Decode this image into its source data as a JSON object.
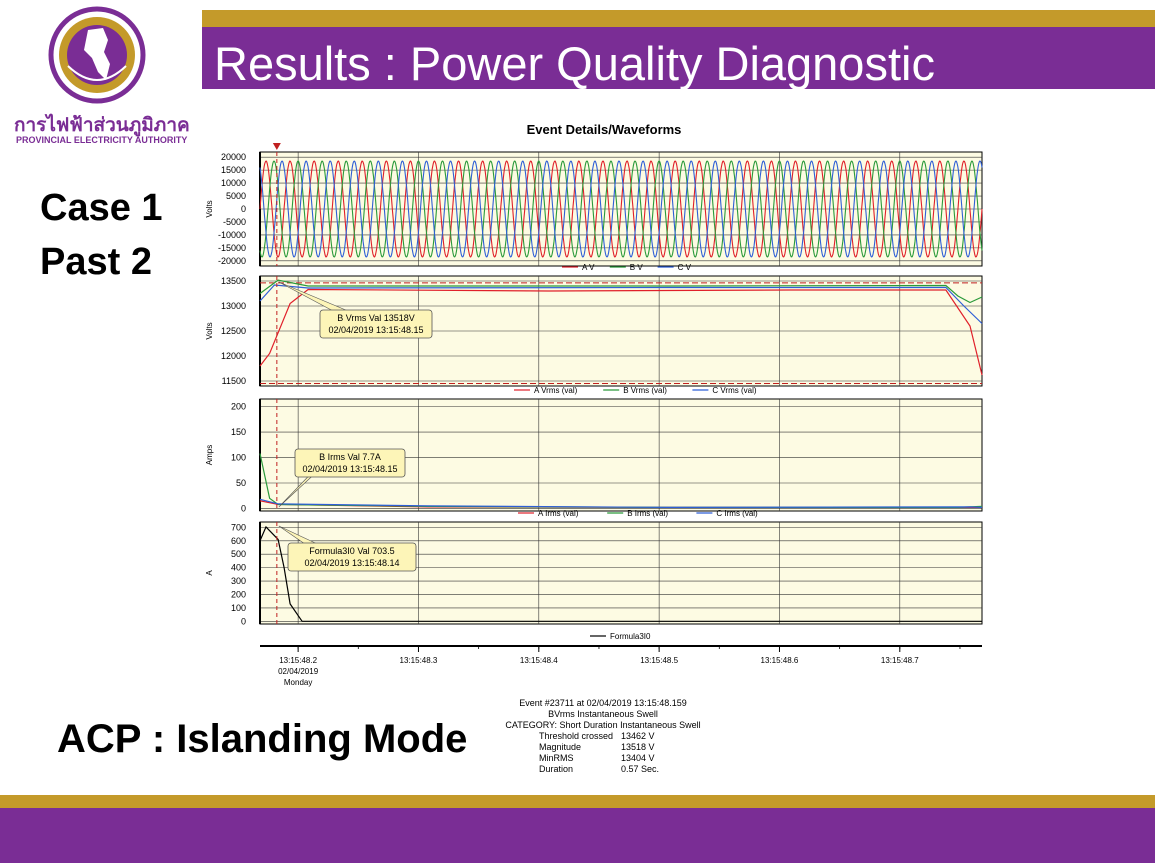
{
  "slide": {
    "title": "Results : Power Quality Diagnostic",
    "org_thai": "การไฟฟ้าส่วนภูมิภาค",
    "org_english": "PROVINCIAL ELECTRICITY AUTHORITY",
    "case_line1": "Case 1",
    "case_line2": "Past 2",
    "mode": "ACP : Islanding Mode",
    "colors": {
      "purple": "#7a2d95",
      "gold": "#c49a2a",
      "plot_bg": "#fdfbe3",
      "phase_a": "#e0202a",
      "phase_b": "#2a9a3a",
      "phase_c": "#2f5fd6",
      "formula": "#000000"
    }
  },
  "event": {
    "line1": "Event #23711 at 02/04/2019 13:15:48.159",
    "line2": "BVrms Instantaneous Swell",
    "line3": "CATEGORY: Short Duration Instantaneous Swell",
    "rows": [
      {
        "label": "Threshold crossed",
        "value": "13462 V"
      },
      {
        "label": "Magnitude",
        "value": "13518 V"
      },
      {
        "label": "MinRMS",
        "value": "13404 V"
      },
      {
        "label": "Duration",
        "value": "0.57 Sec."
      }
    ]
  },
  "chart_data": {
    "type": "line",
    "title": "Event Details/Waveforms",
    "xlim": [
      13.15,
      13.155
    ],
    "x_axis": {
      "ticks": [
        "13:15:48.2",
        "13:15:48.3",
        "13:15:48.4",
        "13:15:48.5",
        "13:15:48.6",
        "13:15:48.7"
      ],
      "sub_label1": "02/04/2019",
      "sub_label2": "Monday",
      "range_seconds": [
        48.16,
        48.76
      ]
    },
    "cursor_time_seconds": 48.174,
    "panels": [
      {
        "kind": "waveform",
        "ylabel": "Volts",
        "ylim": [
          -22000,
          22000
        ],
        "yticks": [
          20000,
          15000,
          10000,
          5000,
          0,
          -5000,
          -10000,
          -15000,
          -20000
        ],
        "ytick_labels": [
          "20000",
          "15000",
          "10000",
          "5000",
          "0",
          "-5000",
          "-10000",
          "-15000",
          "-20000"
        ],
        "amplitude": 18500,
        "frequency_hz": 50,
        "legend": [
          "A V",
          "B V",
          "C V"
        ]
      },
      {
        "kind": "rms",
        "ylabel": "Volts",
        "ylim": [
          11400,
          13600
        ],
        "yticks": [
          13500,
          13000,
          12500,
          12000,
          11500
        ],
        "ytick_labels": [
          "13500",
          "13000",
          "12500",
          "12000",
          "11500"
        ],
        "thresholds": [
          13462,
          11450
        ],
        "series": [
          {
            "name": "A Vrms (val)",
            "points": [
              [
                48.16,
                11800
              ],
              [
                48.168,
                12050
              ],
              [
                48.185,
                13050
              ],
              [
                48.2,
                13330
              ],
              [
                48.4,
                13300
              ],
              [
                48.6,
                13320
              ],
              [
                48.73,
                13320
              ],
              [
                48.75,
                12600
              ],
              [
                48.76,
                11620
              ]
            ]
          },
          {
            "name": "B Vrms (val)",
            "points": [
              [
                48.16,
                13250
              ],
              [
                48.175,
                13518
              ],
              [
                48.2,
                13400
              ],
              [
                48.5,
                13400
              ],
              [
                48.73,
                13410
              ],
              [
                48.74,
                13200
              ],
              [
                48.75,
                13070
              ],
              [
                48.76,
                13180
              ]
            ]
          },
          {
            "name": "C Vrms (val)",
            "points": [
              [
                48.16,
                13100
              ],
              [
                48.172,
                13420
              ],
              [
                48.2,
                13360
              ],
              [
                48.5,
                13370
              ],
              [
                48.73,
                13370
              ],
              [
                48.745,
                13000
              ],
              [
                48.76,
                12650
              ]
            ]
          }
        ],
        "callout": {
          "line1": "B Vrms Val 13518V",
          "line2": "02/04/2019 13:15:48.15"
        },
        "legend": [
          "A Vrms (val)",
          "B Vrms (val)",
          "C Vrms (val)"
        ]
      },
      {
        "kind": "current",
        "ylabel": "Amps",
        "ylim": [
          -5,
          215
        ],
        "yticks": [
          200,
          150,
          100,
          50,
          0
        ],
        "ytick_labels": [
          "200",
          "150",
          "100",
          "50",
          "0"
        ],
        "series": [
          {
            "name": "A Irms (val)",
            "points": [
              [
                48.16,
                15
              ],
              [
                48.175,
                8
              ],
              [
                48.3,
                3
              ],
              [
                48.5,
                2
              ],
              [
                48.76,
                2
              ]
            ]
          },
          {
            "name": "B Irms (val)",
            "points": [
              [
                48.16,
                108
              ],
              [
                48.168,
                20
              ],
              [
                48.175,
                7.7
              ],
              [
                48.3,
                4
              ],
              [
                48.5,
                2
              ],
              [
                48.74,
                2
              ],
              [
                48.76,
                4
              ]
            ]
          },
          {
            "name": "C Irms (val)",
            "points": [
              [
                48.16,
                18
              ],
              [
                48.175,
                9
              ],
              [
                48.3,
                5
              ],
              [
                48.5,
                2
              ],
              [
                48.75,
                3
              ],
              [
                48.76,
                2
              ]
            ]
          }
        ],
        "callout": {
          "line1": "B Irms Val 7.7A",
          "line2": "02/04/2019 13:15:48.15"
        },
        "legend": [
          "A Irms (val)",
          "B Irms (val)",
          "C Irms (val)"
        ]
      },
      {
        "kind": "formula",
        "ylabel": "A",
        "ylim": [
          -20,
          740
        ],
        "yticks": [
          700,
          600,
          500,
          400,
          300,
          200,
          100,
          0
        ],
        "ytick_labels": [
          "700",
          "600",
          "500",
          "400",
          "300",
          "200",
          "100",
          "0"
        ],
        "series": [
          {
            "name": "Formula3I0",
            "points": [
              [
                48.16,
                600
              ],
              [
                48.165,
                703.5
              ],
              [
                48.175,
                610
              ],
              [
                48.18,
                400
              ],
              [
                48.185,
                130
              ],
              [
                48.195,
                0
              ],
              [
                48.76,
                0
              ]
            ]
          }
        ],
        "callout": {
          "line1": "Formula3I0 Val 703.5",
          "line2": "02/04/2019 13:15:48.14"
        },
        "legend": [
          "Formula3I0"
        ]
      }
    ]
  }
}
